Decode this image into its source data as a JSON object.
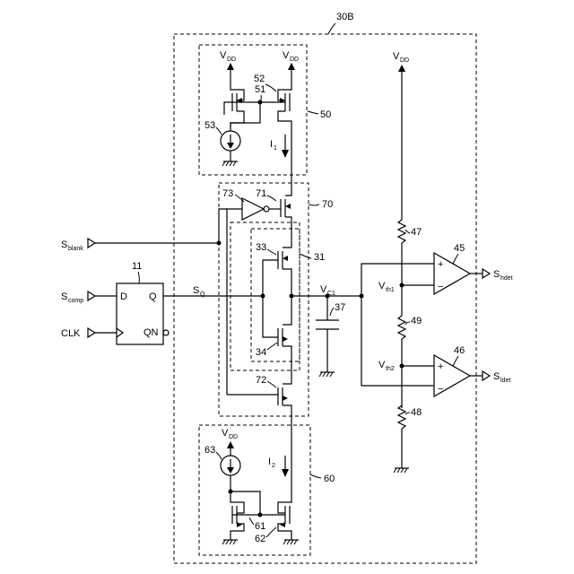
{
  "labels": {
    "block": "30B",
    "vdd": "V",
    "vdd_sub": "DD",
    "n50": "50",
    "n51": "51",
    "n52": "52",
    "n53": "53",
    "i1": "I",
    "i1_sub": "1",
    "n70": "70",
    "n71": "71",
    "n73": "73",
    "n72": "72",
    "n31": "31",
    "n33": "33",
    "n34": "34",
    "n37": "37",
    "vc1": "V",
    "vc1_sub": "C1",
    "sq": "S",
    "sq_sub": "Q",
    "n11": "11",
    "ff_d": "D",
    "ff_q": "Q",
    "ff_qn": "QN",
    "sblank": "S",
    "sblank_sub": "blank",
    "scomp": "S",
    "scomp_sub": "comp",
    "clk": "CLK",
    "n60": "60",
    "n63": "63",
    "n61": "61",
    "n62": "62",
    "i2": "I",
    "i2_sub": "2",
    "n47": "47",
    "n48": "48",
    "n49": "49",
    "n45": "45",
    "n46": "46",
    "vth1": "V",
    "vth1_sub": "th1",
    "vth2": "V",
    "vth2_sub": "th2",
    "plus": "+",
    "minus": "−",
    "shdet": "S",
    "shdet_sub": "hdet",
    "sldet": "S",
    "sldet_sub": "ldet"
  }
}
